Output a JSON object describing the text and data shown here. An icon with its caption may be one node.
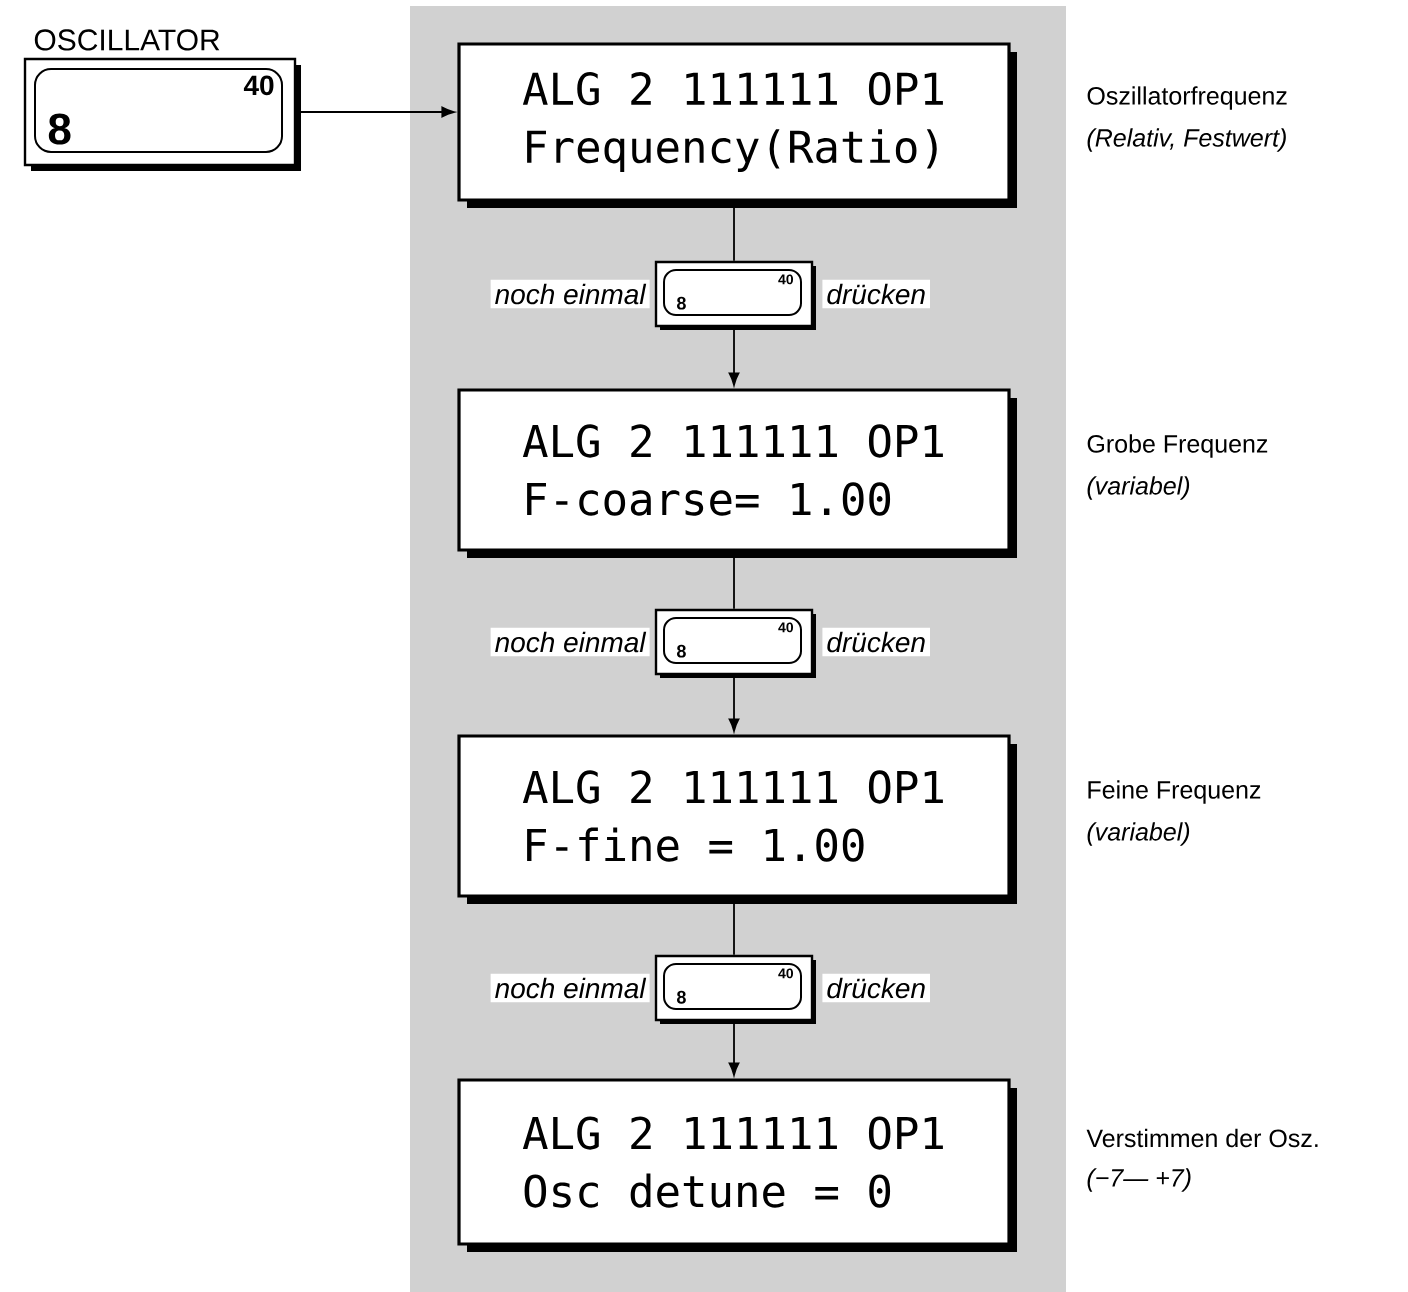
{
  "diagram": {
    "nodes": [
      {
        "text": [
          "OSCILLATOR",
          "40",
          "8"
        ]
      },
      {
        "text": [
          "ALG 2 111111 OP1",
          "Frequency(Ratio)"
        ],
        "beside": [
          "Oszillatorfrequenz",
          "(Relativ, Festwert)"
        ]
      },
      {
        "text": [
          "40",
          "8"
        ],
        "beside": [
          "noch einmal",
          "drücken"
        ]
      },
      {
        "text": [
          "ALG 2 111111 OP1",
          "F-coarse= 1.00"
        ],
        "beside": [
          "Grobe Frequenz",
          "(variabel)"
        ]
      },
      {
        "text": [
          "40",
          "8"
        ],
        "beside": [
          "noch einmal",
          "drücken"
        ]
      },
      {
        "text": [
          "ALG 2 111111 OP1",
          "F-fine   = 1.00"
        ],
        "beside": [
          "Feine Frequenz",
          "(variabel)"
        ]
      },
      {
        "text": [
          "40",
          "8"
        ],
        "beside": [
          "noch einmal",
          "drücken"
        ]
      },
      {
        "text": [
          "ALG 2 111111 OP1",
          "Osc detune    = 0"
        ],
        "beside": [
          "Verstimmen der Osz.",
          "(−7— +7)"
        ]
      }
    ],
    "edges": [
      {
        "from": 0,
        "to": 1,
        "arrow": "to"
      },
      {
        "from": 1,
        "to": 2,
        "arrow": "none"
      },
      {
        "from": 2,
        "to": 3,
        "arrow": "to"
      },
      {
        "from": 3,
        "to": 4,
        "arrow": "none"
      },
      {
        "from": 4,
        "to": 5,
        "arrow": "to"
      },
      {
        "from": 5,
        "to": 6,
        "arrow": "none"
      },
      {
        "from": 6,
        "to": 7,
        "arrow": "to"
      }
    ]
  }
}
